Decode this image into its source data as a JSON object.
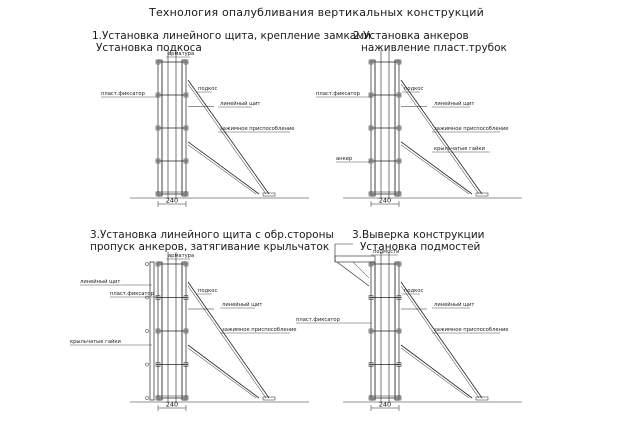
{
  "title": "Технология опалубливания вертикальных конструкций",
  "panels": [
    {
      "heading": [
        "1.Установка линейного щита, крепление замками",
        "Установка подкоса"
      ],
      "labels": [
        "арматура",
        "подкос",
        "пласт.фиксатор",
        "линейный щит",
        "зажимное приспособление"
      ],
      "dimension": "240"
    },
    {
      "heading": [
        "2.Установка анкеров",
        "наживление пласт.трубок"
      ],
      "labels": [
        "пласт.фиксатор",
        "подкос",
        "линейный щит",
        "зажимное приспособление",
        "крыльчатые гайки",
        "анкер"
      ],
      "dimension": "240"
    },
    {
      "heading": [
        "3.Установка линейного щита с обр.стороны",
        "пропуск анкеров, затягивание крыльчаток"
      ],
      "labels": [
        "арматура",
        "линейный щит",
        "пласт.фиксатор",
        "подкос",
        "линейный щит",
        "зажимное приспособление",
        "крыльчатые гайки"
      ],
      "dimension": "240"
    },
    {
      "heading": [
        "3.Выверка конструкции",
        "Установка подмостей"
      ],
      "labels": [
        "подмости",
        "подкос",
        "линейный щит",
        "пласт.фиксатор",
        "зажимное приспособление"
      ],
      "dimension": "240"
    }
  ]
}
